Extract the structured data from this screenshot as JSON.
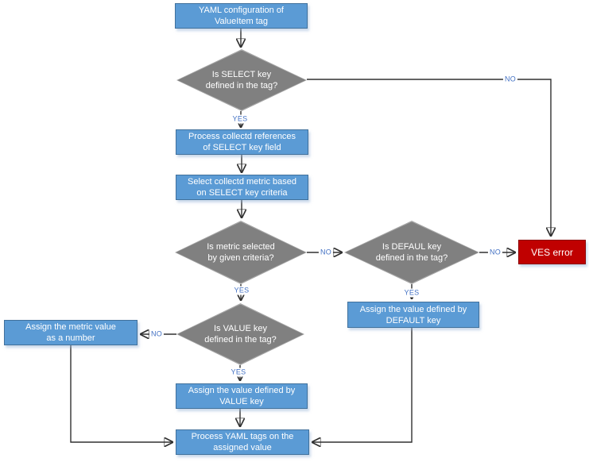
{
  "nodes": {
    "yaml_config": "YAML configuration of\nValueItem tag",
    "select_key": "Is SELECT key\ndefined in the tag?",
    "process_references": "Process collectd references\nof SELECT key field",
    "select_metric": "Select collectd metric based\non SELECT key criteria",
    "metric_selected": "Is metric selected\nby given criteria?",
    "default_key": "Is DEFAUL key\ndefined in the tag?",
    "ves_error": "VES error",
    "assign_default": "Assign the value defined by\nDEFAULT key",
    "value_key": "Is VALUE key\ndefined in the tag?",
    "assign_metric": "Assign the metric value\nas a number",
    "assign_value": "Assign the value defined by\nVALUE key",
    "process_yaml": "Process YAML tags on the\nassigned value"
  },
  "edge_labels": {
    "select_no": "NO",
    "select_yes": "YES",
    "metric_no": "NO",
    "metric_yes": "YES",
    "default_no": "NO",
    "default_yes": "YES",
    "value_no": "NO",
    "value_yes": "YES"
  },
  "colors": {
    "process_fill": "#5B9BD5",
    "process_border": "#41719C",
    "decision_fill": "#808080",
    "decision_border": "#A6A6A6",
    "error_fill": "#C00000",
    "error_border": "#8B0000",
    "connector": "#303030",
    "label_text": "#4472C4"
  }
}
